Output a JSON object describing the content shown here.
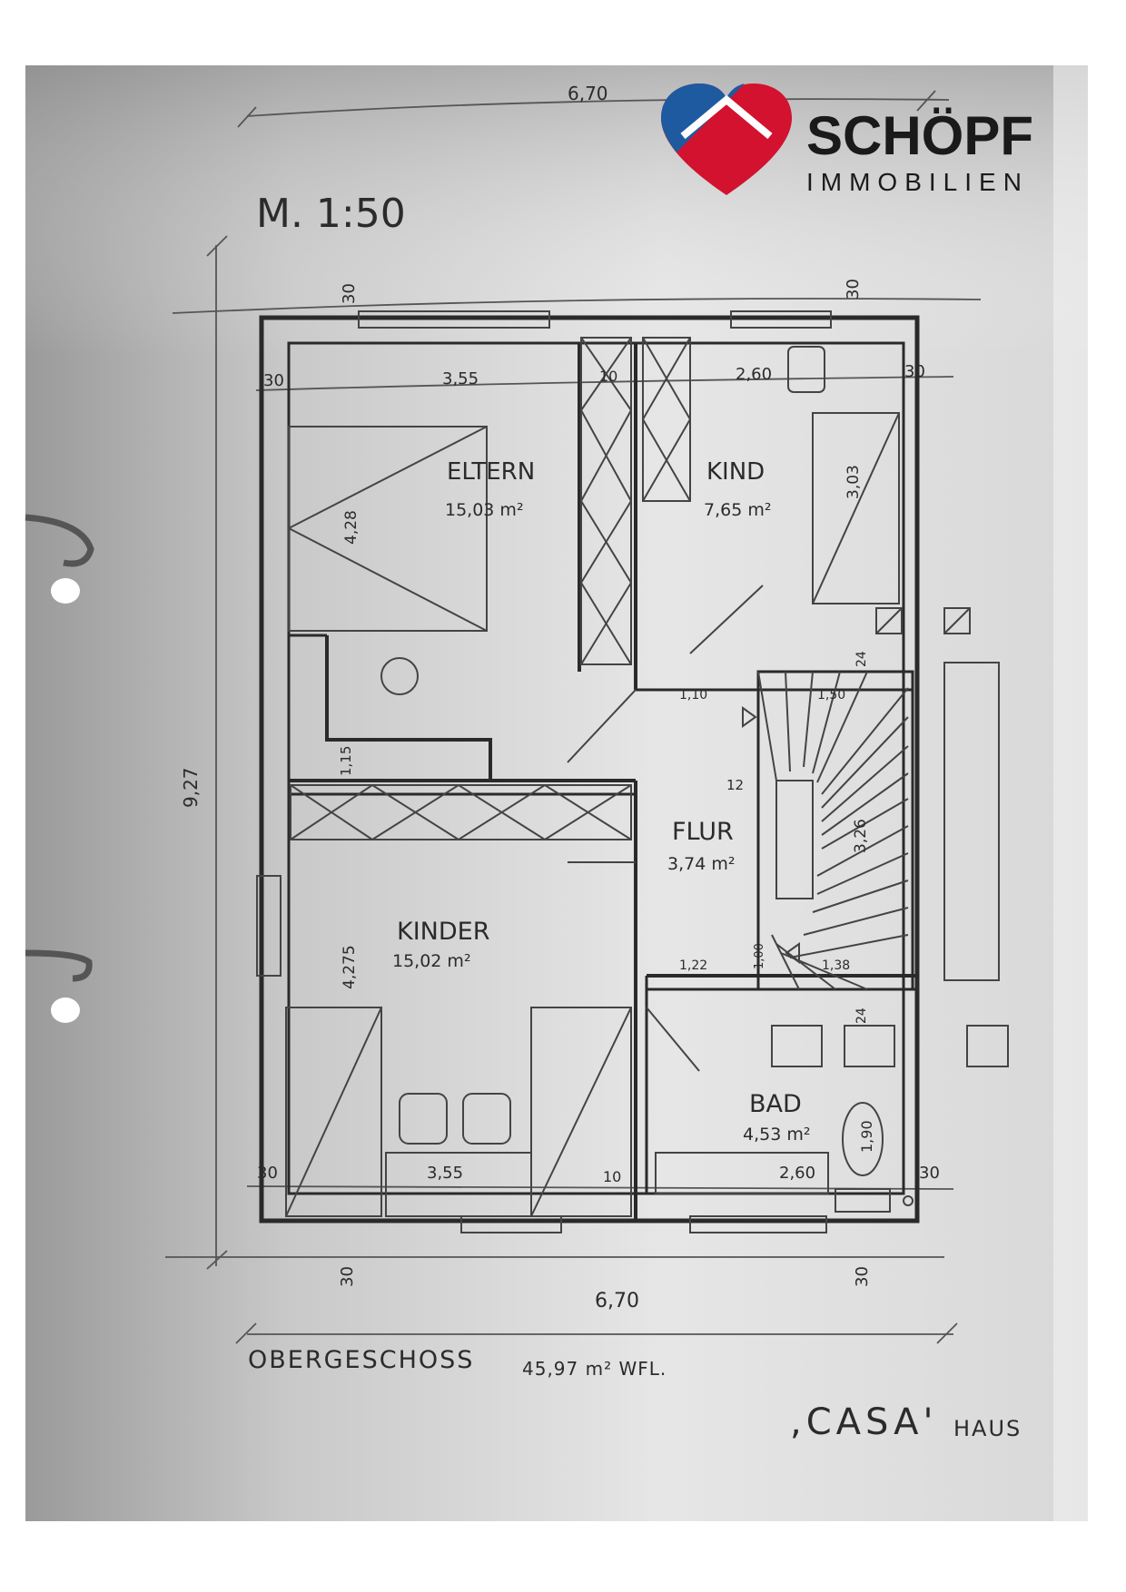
{
  "scale": "M. 1:50",
  "logo": {
    "name": "SCHÖPF",
    "subtitle": "IMMOBILIEN",
    "colors": {
      "blue": "#1e5aa0",
      "red": "#d2122e",
      "text": "#1a1a1a"
    }
  },
  "dimensions": {
    "top_width": "6,70",
    "bottom_width": "6,70",
    "total_depth": "9,27",
    "wall_top_left": "30",
    "wall_top_right": "30",
    "wall_bottom_left": "30",
    "wall_bottom_right": "30",
    "upper": {
      "left_wall": "30",
      "eltern_width": "3,55",
      "partition": "10",
      "kind_width": "2,60",
      "right_wall": "30"
    },
    "lower": {
      "left_wall": "30",
      "kinder_width": "3,55",
      "partition": "10",
      "bad_width": "2,60",
      "right_wall": "30"
    },
    "eltern_depth": "4,28",
    "kind_depth": "3,03",
    "closet_depth": "1,15",
    "kinder_depth": "4,275",
    "flur_width_top": "1,10",
    "stair_width_top": "1,50",
    "stair_length": "3,26",
    "stair_step_12": "12",
    "flur_width_bottom": "1,22",
    "stair_landing": "1,00",
    "stair_width_bottom": "1,38",
    "wall_24_top": "24",
    "wall_24_bottom": "24",
    "bad_height": "1,90"
  },
  "rooms": {
    "eltern": {
      "name": "ELTERN",
      "area": "15,03 m²"
    },
    "kind": {
      "name": "KIND",
      "area": "7,65 m²"
    },
    "flur": {
      "name": "FLUR",
      "area": "3,74 m²"
    },
    "kinder": {
      "name": "KINDER",
      "area": "15,02 m²"
    },
    "bad": {
      "name": "BAD",
      "area": "4,53 m²"
    }
  },
  "floor_label": "OBERGESCHOSS",
  "floor_area": "45,97 m² WFL.",
  "house_name": ",CASA'",
  "house_suffix": "HAUS"
}
